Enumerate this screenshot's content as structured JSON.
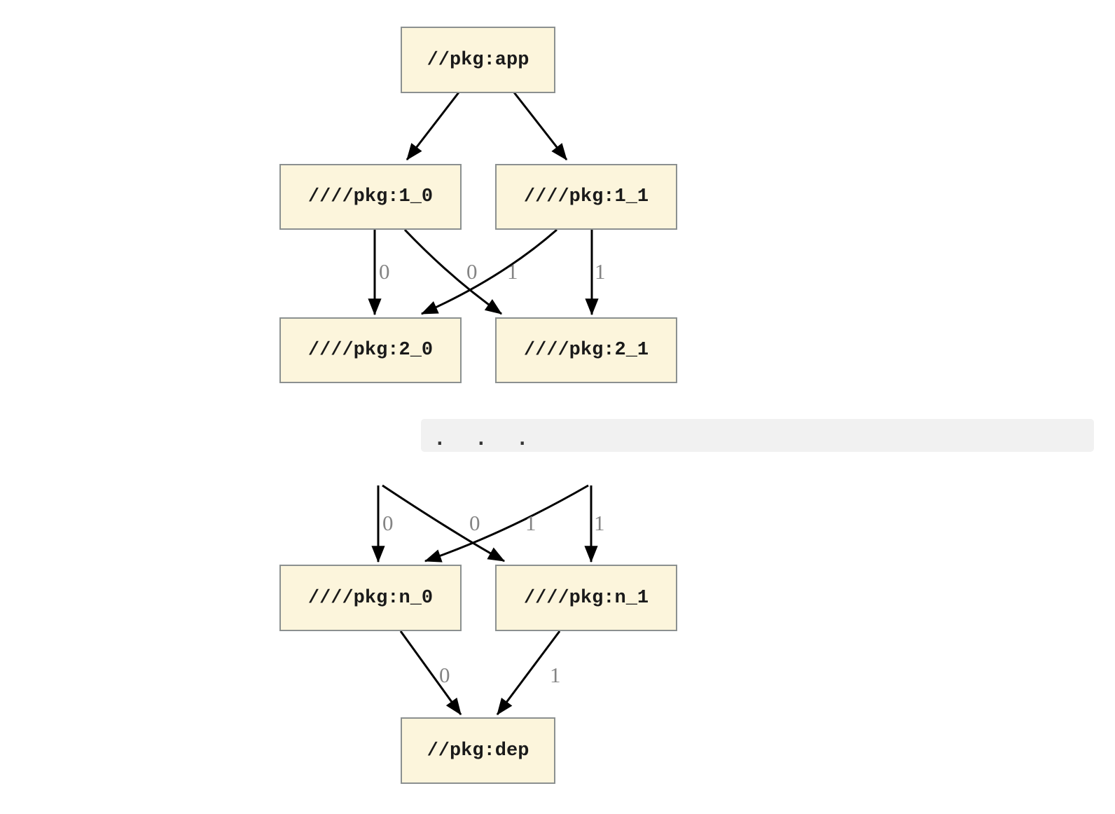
{
  "diagram": {
    "type": "dependency-graph",
    "nodes": [
      {
        "id": "app",
        "label": "//pkg:app"
      },
      {
        "id": "pkg-1-0",
        "label": "////pkg:1_0"
      },
      {
        "id": "pkg-1-1",
        "label": "////pkg:1_1"
      },
      {
        "id": "pkg-2-0",
        "label": "////pkg:2_0"
      },
      {
        "id": "pkg-2-1",
        "label": "////pkg:2_1"
      },
      {
        "id": "pkg-n-0",
        "label": "////pkg:n_0"
      },
      {
        "id": "pkg-n-1",
        "label": "////pkg:n_1"
      },
      {
        "id": "dep",
        "label": "//pkg:dep"
      }
    ],
    "ellipsis": ".  .  .",
    "edge_labels": {
      "level1": [
        "0",
        "0",
        "1",
        "1"
      ],
      "levelN": [
        "0",
        "0",
        "1",
        "1"
      ],
      "toDep": [
        "0",
        "1"
      ]
    },
    "colors": {
      "node_fill": "#FCF5DC",
      "node_border": "#8B9090",
      "edge": "#000000",
      "edge_label": "#848484",
      "band_bg": "#F1F1F1"
    }
  }
}
